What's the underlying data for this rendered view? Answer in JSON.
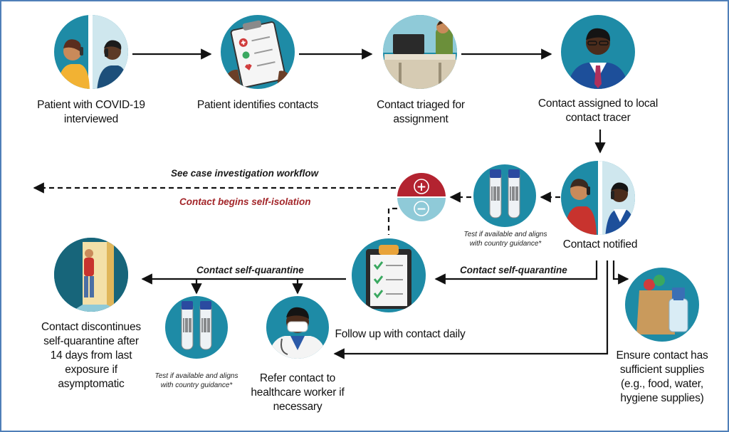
{
  "nodes": {
    "patient_interviewed": "Patient with COVID-19 interviewed",
    "identifies_contacts": "Patient identifies contacts",
    "contact_triaged": "Contact triaged for assignment",
    "contact_assigned": "Contact assigned to local contact tracer",
    "contact_notified": "Contact notified",
    "follow_up_daily": "Follow up with contact daily",
    "discontinues_quarantine": "Contact discontinues self-quarantine after 14 days from last exposure if asymptomatic",
    "refer_healthcare": "Refer contact to healthcare worker if necessary",
    "ensure_supplies": "Ensure contact has sufficient supplies (e.g., food, water, hygiene supplies)"
  },
  "edges": {
    "see_case_investigation": "See case investigation workflow",
    "begins_self_isolation": "Contact begins self-isolation",
    "self_quarantine_right": "Contact self-quarantine",
    "self_quarantine_left": "Contact self-quarantine"
  },
  "notes": {
    "test_upper": "Test if available and aligns with country guidance*",
    "test_lower": "Test if available and aligns with country guidance*"
  },
  "test_result_symbols": {
    "positive": "+",
    "negative": "−"
  },
  "colors": {
    "border": "#4f7fb8",
    "circle": "#1e8ba6",
    "circle_light": "#8fcad8",
    "positive": "#b32330",
    "isolation_text": "#a3262a",
    "arrow": "#111111"
  },
  "icons": [
    "phone-call-icon",
    "clipboard-checklist-icon",
    "laptop-desk-icon",
    "contact-tracer-icon",
    "phone-call-icon",
    "test-tubes-icon",
    "test-result-icon",
    "clipboard-followup-icon",
    "door-exit-icon",
    "test-tubes-icon",
    "doctor-mask-icon",
    "grocery-bag-icon"
  ]
}
